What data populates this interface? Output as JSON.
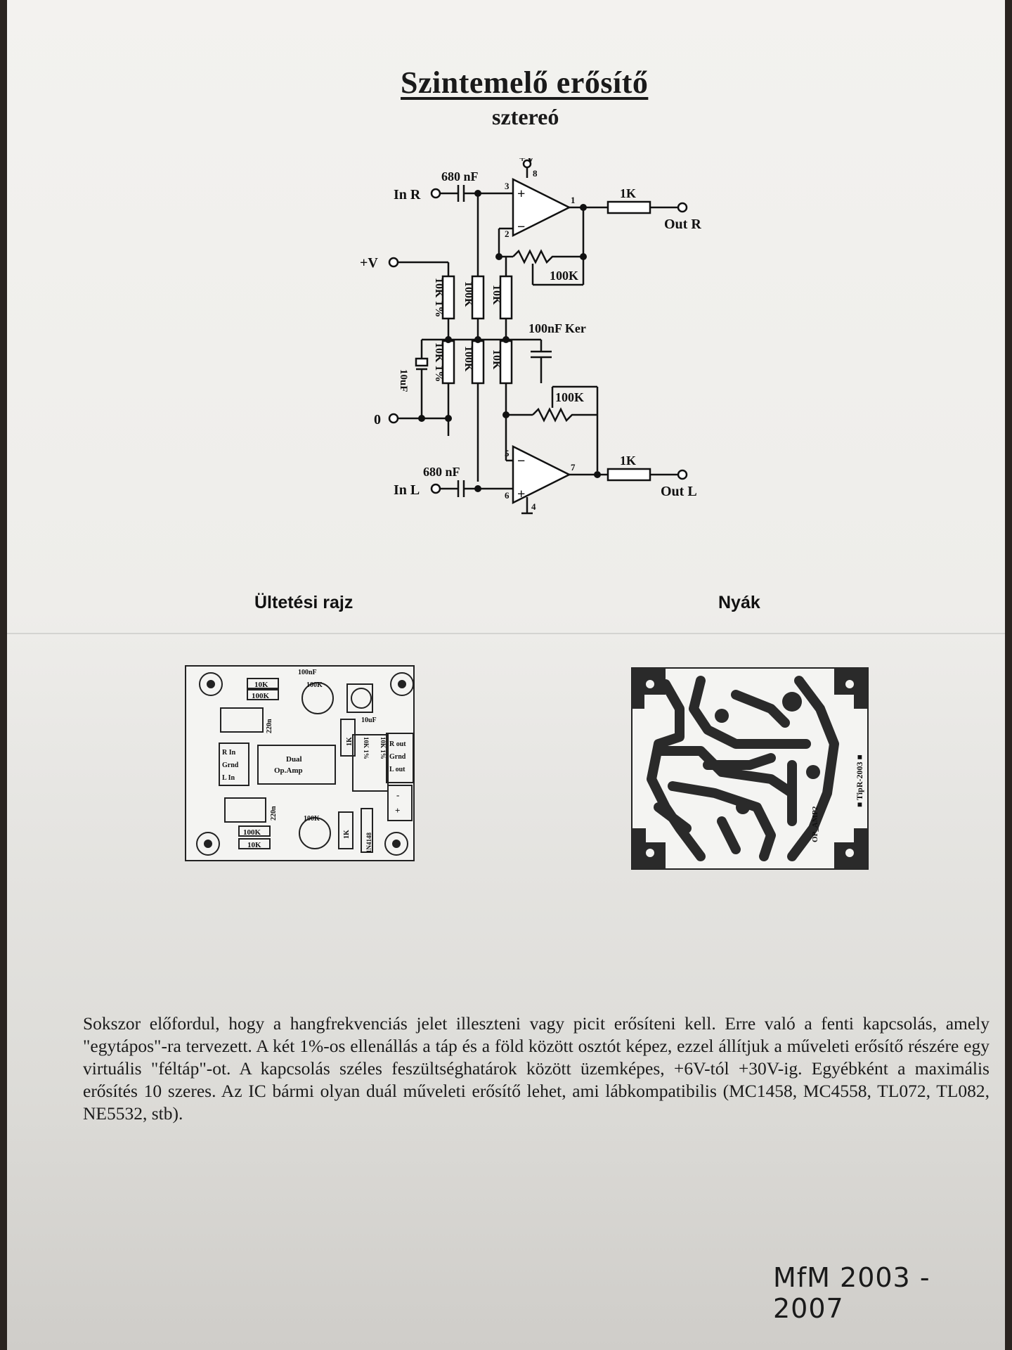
{
  "header": {
    "title": "Szintemelő erősítő",
    "subtitle": "sztereó"
  },
  "schematic": {
    "labels": {
      "in_r": "In R",
      "in_l": "In L",
      "out_r": "Out R",
      "out_l": "Out L",
      "plus_v_top": "+V",
      "plus_v_left": "+V",
      "zero": "0",
      "cap_top": "680 nF",
      "cap_bottom": "680 nF",
      "r_out_top": "1K",
      "r_out_bottom": "1K",
      "pot_top": "100K",
      "pot_bottom": "100K",
      "cap_ker": "100nF Ker",
      "r_div_top": "10K 1%",
      "r_div_bottom": "10K 1%",
      "r_bias_top": "100K",
      "r_bias_bottom": "100K",
      "r_fb_top": "10K",
      "r_fb_bottom": "10K",
      "elko": "10uF",
      "pin1": "1",
      "pin2": "2",
      "pin3": "3",
      "pin4": "4",
      "pin5": "5",
      "pin6": "6",
      "pin7": "7",
      "pin8": "8",
      "plus_sign": "+",
      "minus_sign": "−"
    }
  },
  "sections": {
    "placement_title": "Ültetési rajz",
    "pcb_title": "Nyák"
  },
  "placement": {
    "labels": {
      "c100n": "100nF",
      "r10k_a": "10K",
      "r100k_a": "100K",
      "pot_a": "100K",
      "c220n_a": "220n",
      "r1k_a": "1K",
      "elko": "10uF",
      "r_in": "R In",
      "grnd_l": "Grnd",
      "l_in": "L In",
      "ic": "Dual",
      "ic2": "Op.Amp",
      "r10k1_a": "10K 1%",
      "r10k1_b": "10K 1%",
      "r_out": "R out",
      "grnd_r": "Grnd",
      "l_out": "L out",
      "minus": "-",
      "plus": "+",
      "c220n_b": "220n",
      "pot_b": "100K",
      "r1k_b": "1K",
      "diode": "1N4148",
      "r100k_b": "100K",
      "r10k_b": "10K"
    }
  },
  "pcb": {
    "labels": {
      "vertical": "■ TipR-2003 ■",
      "code": "OP_AMP2"
    }
  },
  "body": {
    "paragraph": "Sokszor előfordul, hogy a hangfrekvenciás jelet illeszteni vagy picit erősíteni kell. Erre való a fenti kapcsolás, amely \"egytápos\"-ra tervezett. A két 1%-os ellenállás a táp és a föld között osztót képez, ezzel állítjuk a műveleti erősítő részére egy virtuális \"féltáp\"-ot. A kapcsolás széles feszültséghatárok között üzemképes, +6V-tól +30V-ig. Egyébként a maximális erősítés 10 szeres. Az IC bármi olyan duál műveleti erősítő lehet, ami lábkompatibilis (MC1458, MC4558, TL072, TL082, NE5532, stb)."
  },
  "footer": {
    "signature": "MfM 2003 - 2007"
  }
}
